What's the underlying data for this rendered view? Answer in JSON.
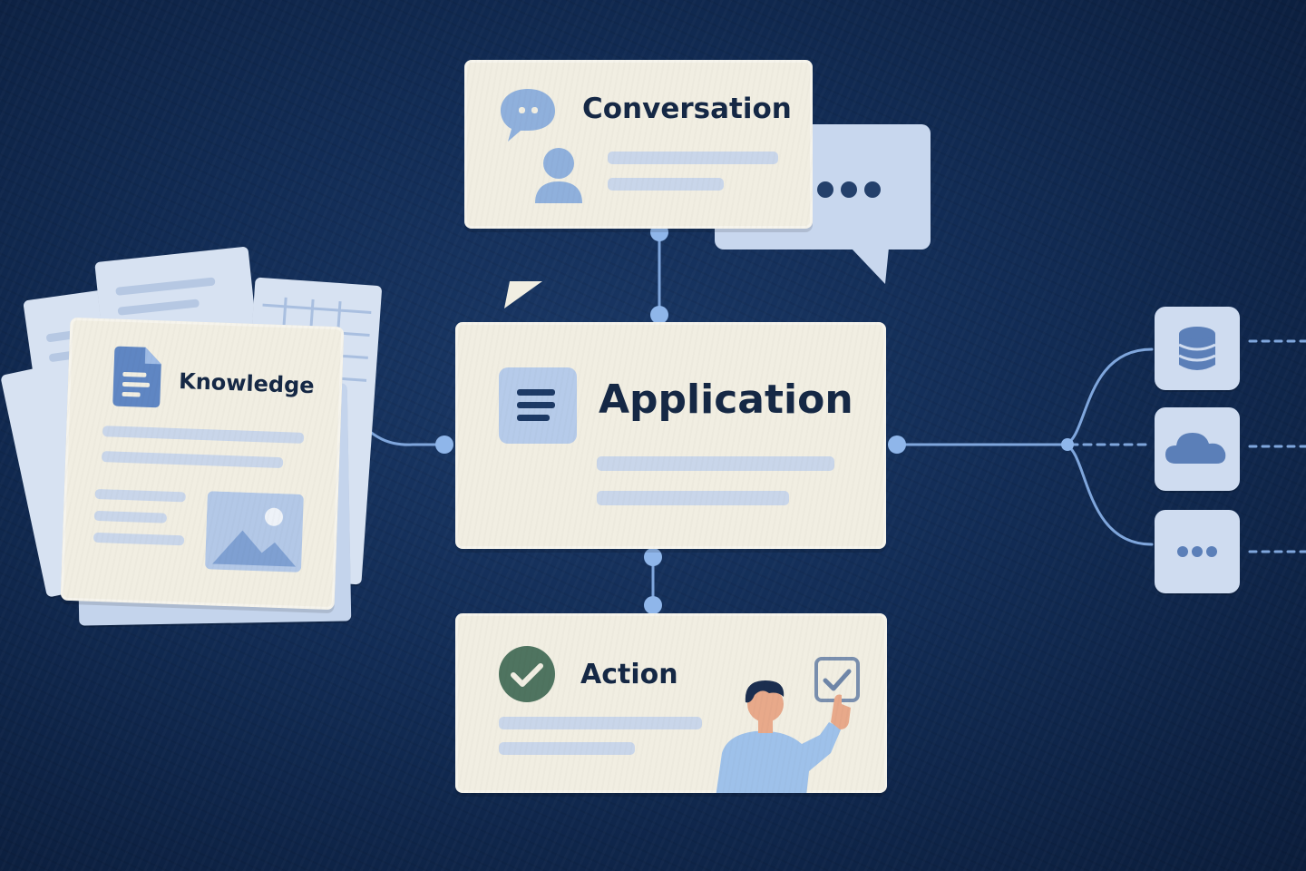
{
  "nodes": {
    "conversation": {
      "label": "Conversation"
    },
    "application": {
      "label": "Application"
    },
    "knowledge": {
      "label": "Knowledge"
    },
    "action": {
      "label": "Action"
    }
  },
  "icons": {
    "conversation": [
      "chat-bubble-icon",
      "user-avatar-icon",
      "ellipsis-chat-bubble-icon"
    ],
    "application": [
      "menu-lines-icon"
    ],
    "knowledge": [
      "document-icon",
      "spreadsheet-icon",
      "image-placeholder-icon"
    ],
    "action": [
      "check-circle-icon",
      "checkbox-checked-icon",
      "person-pointing-icon"
    ],
    "connectors": [
      "database-icon",
      "cloud-icon",
      "more-dots-icon"
    ]
  },
  "colors": {
    "background": "#0f2547",
    "card": "#f1eee2",
    "accent_light": "#c9d6ea",
    "accent_icon": "#8fb0dc",
    "connector": "#7fa6dc",
    "text": "#152845",
    "check_green": "#4f7460"
  }
}
